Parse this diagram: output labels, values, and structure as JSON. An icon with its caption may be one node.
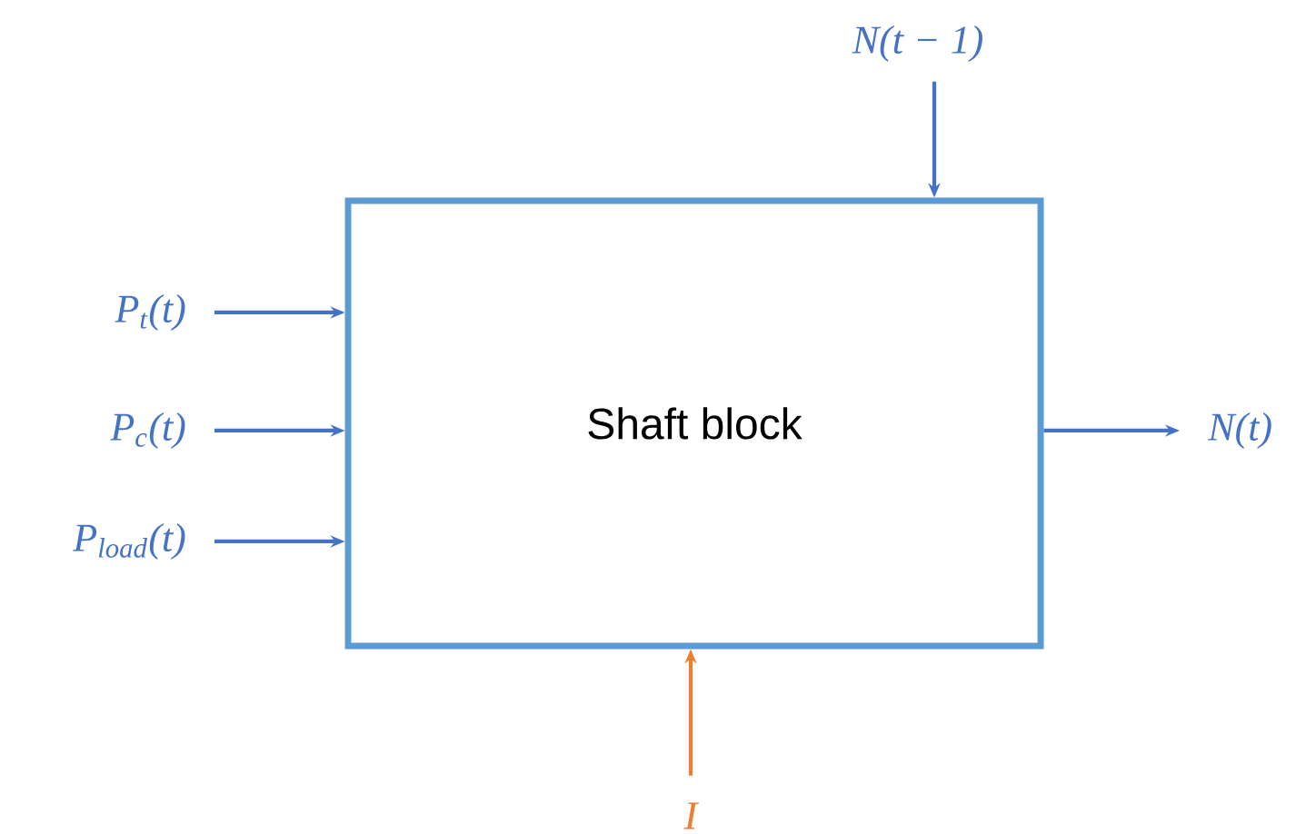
{
  "diagram": {
    "nodes": [
      {
        "text": [
          "Shaft block"
        ]
      },
      {
        "text": [
          "P$_{t}$(t)"
        ]
      },
      {
        "text": [
          "P$_{c}$(t)"
        ]
      },
      {
        "text": [
          "P$_{load}$(t)"
        ]
      },
      {
        "text": [
          "N(t − 1)"
        ]
      },
      {
        "text": [
          "N(t)"
        ]
      },
      {
        "text": [
          "I"
        ]
      }
    ],
    "edges": [
      {
        "from": 1,
        "to": 0,
        "arrow": "to"
      },
      {
        "from": 2,
        "to": 0,
        "arrow": "to"
      },
      {
        "from": 3,
        "to": 0,
        "arrow": "to"
      },
      {
        "from": 4,
        "to": 0,
        "arrow": "to"
      },
      {
        "from": 0,
        "to": 5,
        "arrow": "to"
      },
      {
        "from": 6,
        "to": 0,
        "arrow": "to",
        "color": "#ed7d31"
      }
    ]
  }
}
